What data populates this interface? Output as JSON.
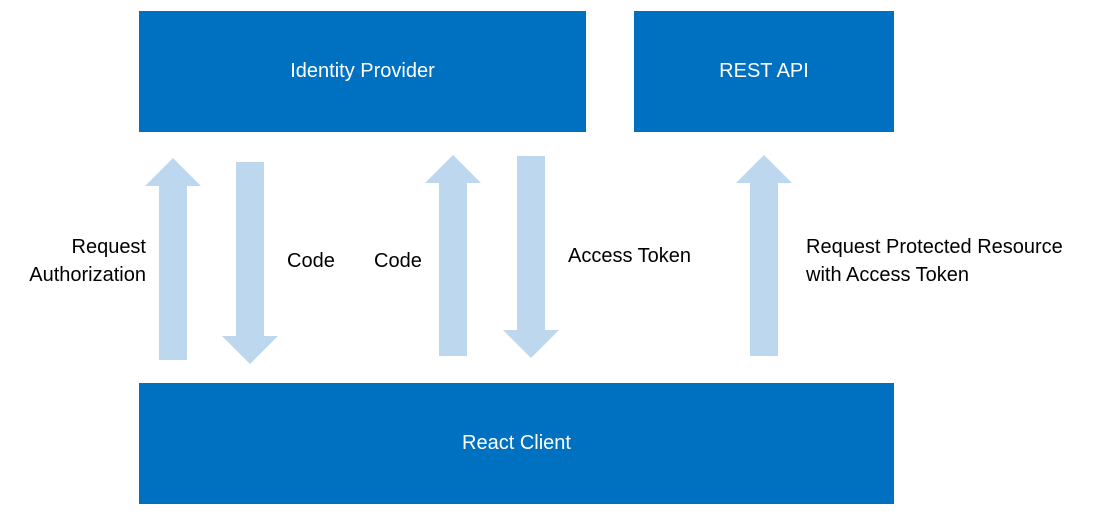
{
  "colors": {
    "box": "#0070c0",
    "arrow": "#bdd7ee",
    "text_on_box": "#ffffff",
    "text": "#000000"
  },
  "boxes": {
    "identity_provider": "Identity Provider",
    "rest_api": "REST API",
    "react_client": "React Client"
  },
  "flows": {
    "request_authorization": [
      "Request",
      "Authorization"
    ],
    "code_down": "Code",
    "code_up": "Code",
    "access_token": "Access Token",
    "request_protected_resource": [
      "Request Protected Resource",
      "with Access Token"
    ]
  }
}
